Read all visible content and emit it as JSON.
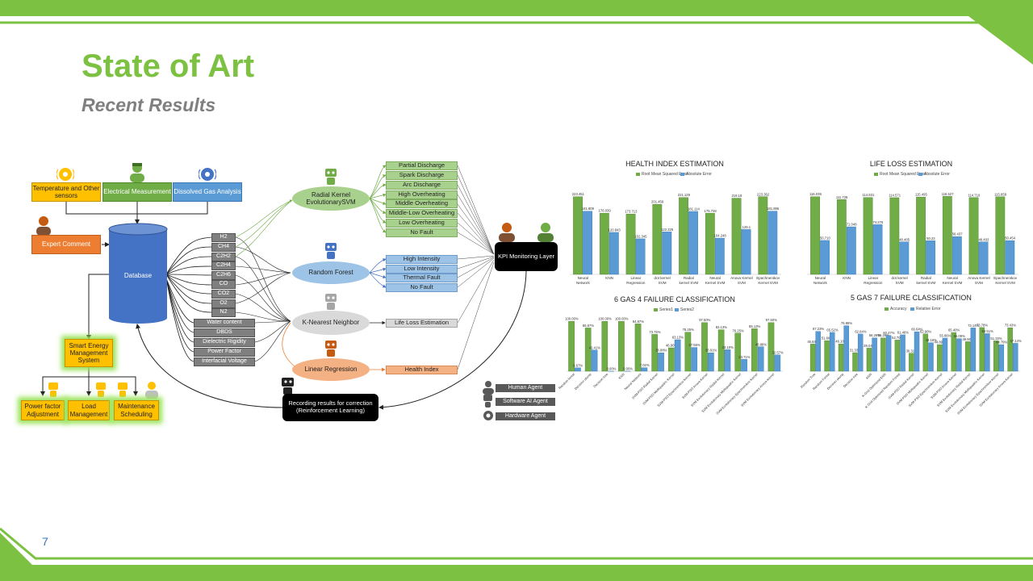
{
  "slide": {
    "title": "State of Art",
    "subtitle": "Recent Results",
    "page_number": "7"
  },
  "colors": {
    "accent_green": "#7dc142",
    "series_green": "#70ad47",
    "series_blue": "#5b9bd5",
    "database_blue": "#4472c4"
  },
  "diagram": {
    "sensors": [
      {
        "label": "Temperature and Other sensors",
        "icon": "thermometer-icon"
      },
      {
        "label": "Electrical Measurement",
        "icon": "person-icon"
      },
      {
        "label": "Dissolved Gas Analysis",
        "icon": "gas-sensor-icon"
      }
    ],
    "expert_comment": "Expert Comment",
    "database": "Database",
    "gases": [
      "H2",
      "CH4",
      "C2H2",
      "C2H4",
      "C2H6",
      "CO",
      "CO2",
      "O2",
      "N2"
    ],
    "oil_params": [
      "Water content",
      "DBDS",
      "Dielectric Rigidity",
      "Power Factor",
      "Interfacial Voltage"
    ],
    "models": [
      {
        "label": "Radial Kernel EvolutionarySVM"
      },
      {
        "label": "Random Forest"
      },
      {
        "label": "K-Nearest Neighbor"
      },
      {
        "label": "Linear Regression"
      }
    ],
    "svm_outputs": [
      "Partial Discharge",
      "Spark Discharge",
      "Arc Discharge",
      "High Overheating",
      "Middle Overheating",
      "Middle-Low Overheating",
      "Low Overheating",
      "No Fault"
    ],
    "rf_outputs": [
      "High Intensity",
      "Low Intensity",
      "Thermal Fault",
      "No Fault"
    ],
    "knn_output": "Life Loss Estimation",
    "lr_output": "Health Index",
    "kpi_layer": "KPI Monitoring Layer",
    "recording": "Recording results for correction (Reinforcement Learning)",
    "smart_system": "Smart Energy Management System",
    "actions": [
      "Power factor Adjustment",
      "Load Management",
      "Maintenance Scheduling"
    ],
    "legend": [
      "Human Agent",
      "Software AI Agent",
      "Hardware Agent"
    ]
  },
  "chart_data": [
    {
      "type": "bar",
      "title": "HEALTH INDEX ESTIMATION",
      "categories": [
        "Neural Network",
        "KNN",
        "Linear Regression",
        "dot kernel SVM",
        "Radial kernel SVM",
        "Neural Kernel SVM",
        "Anova Kernel SVM",
        "Epachnenikov Kernel SVM"
      ],
      "series": [
        {
          "name": "Root Mean Squared Error",
          "values": [
            223.451,
            176.039,
            173.713,
            201.459,
            221.129,
            175.728,
            219.18,
            223.362
          ],
          "labels": [
            "223.451",
            "176.039",
            "173.713",
            "201.459",
            "221.129",
            "175.728",
            "219.18",
            "223.362"
          ]
        },
        {
          "name": "Absolute Error",
          "values": [
            181.809,
            120.843,
            102.345,
            122.225,
            181.114,
            104.248,
            129.1,
            181.896
          ],
          "labels": [
            "181.809",
            "120.843",
            "102.345",
            "122.225",
            "181.114",
            "104.248",
            "129.1",
            "181.896"
          ]
        }
      ],
      "ylim": [
        0,
        260
      ]
    },
    {
      "type": "bar",
      "title": "LIFE LOSS ESTIMATION",
      "categories": [
        "Neural Network",
        "KNN",
        "Linear Regression",
        "dot kernel SVM",
        "Radial kernel SVM",
        "Neural Kernel SVM",
        "Anova Kernel SVM",
        "Epachnenikov Kernel SVM"
      ],
      "series": [
        {
          "name": "Root Mean Squared Error",
          "values": [
            116.039,
            111.728,
            114.831,
            114.571,
            115.495,
            116.527,
            114.719,
            115.858
          ],
          "labels": [
            "116.039",
            "111.728",
            "114.831",
            "114.571",
            "115.495",
            "116.527",
            "114.719",
            "115.858"
          ]
        },
        {
          "name": "Absolute Error",
          "values": [
            50.71,
            71.048,
            74.276,
            48.485,
            50.23,
            56.437,
            48.493,
            50.454
          ],
          "labels": [
            "50.710",
            "71.048",
            "74.276",
            "48.485",
            "50.23",
            "56.437",
            "48.493",
            "50.454"
          ]
        }
      ],
      "ylim": [
        0,
        135
      ]
    },
    {
      "type": "bar",
      "title": "6 GAS 4 FAILURE CLASSIFICATION",
      "categories": [
        "Random forest",
        "Decision stump",
        "Decision tree",
        "KNN",
        "Neural Network",
        "SVM-PSO Radial Kernel",
        "SVM-PSO Multiquadric Kernel",
        "SVM-PSO Epachnenikov Kernel",
        "SVM-PSO Anova Kernel",
        "SVM Evolutionary Radial Kernel",
        "SVM Evolutionary Multiquadric Kernel",
        "SVM Evolutionary Epachnenikov Kernel",
        "SVM Evolutionary Anova Kernel"
      ],
      "series": [
        {
          "name": "Series1",
          "values": [
            100,
            86.67,
            100,
            100,
            94.87,
            73.75,
            46.9,
            78.25,
            97.5,
            83.13,
            76.25,
            85.13,
            97.5
          ],
          "labels": [
            "100.00%",
            "86.67%",
            "100.00%",
            "100.00%",
            "94.87%",
            "73.75%",
            "46.90%",
            "78.25%",
            "97.50%",
            "83.13%",
            "76.25%",
            "85.13%",
            "97.50%"
          ]
        },
        {
          "name": "Series2",
          "values": [
            6.67,
            42.41,
            0,
            0,
            7.02,
            36.88,
            63.13,
            47.56,
            36.91,
            43.1,
            23.71,
            48.88,
            32.57
          ],
          "labels": [
            "6.67%",
            "42.41%",
            "0.00%",
            "0.00%",
            "7.02%",
            "36.88%",
            "63.13%",
            "47.56%",
            "36.91%",
            "43.10%",
            "23.71%",
            "48.88%",
            "32.57%"
          ]
        }
      ],
      "ylim": [
        0,
        110
      ]
    },
    {
      "type": "bar",
      "title": "5 GAS  7 FAILURE CLASSIFICATION",
      "categories": [
        "Random Tree",
        "Random Forest",
        "Decision stump",
        "Decision tree",
        "KNN",
        "K-Grid Optimized KNN",
        "K-Grid Optimized Random Forest",
        "SVM-PSO Radial Kernel",
        "SVM-PSO Multiquadric Kernel",
        "SVM-PSO Epachnenikov Kernel",
        "SVM-PSO Anova Kernel",
        "SVM Evolutionary Radial Kernel",
        "SVM Evolutionary Multiquadric Kernel",
        "SVM Evolutionary Epachnenikov Kernel",
        "SVM Evolutionary Anova Kernel"
      ],
      "series": [
        {
          "name": "Accuracy",
          "values": [
            45.84,
            51.66,
            46.1,
            31.33,
            39.04,
            56.29,
            52.7,
            30.31,
            62.9,
            44.89,
            65.4,
            49.9,
            73.78,
            51.33,
            73.43
          ],
          "labels": [
            "45.84%",
            "51.66%",
            "46.10%",
            "31.33%",
            "39.04%",
            "56.29%",
            "52.70%",
            "30.31%",
            "62.90%",
            "44.89%",
            "65.40%",
            "49.90%",
            "73.78%",
            "51.33%",
            "73.43%"
          ]
        },
        {
          "name": "Relative Error",
          "values": [
            67.23,
            65.52,
            76.88,
            62.84,
            56.28,
            60.47,
            61.46,
            66.64,
            48.16,
            55.86,
            55.09,
            73.14,
            63.51,
            44.79,
            47.14
          ],
          "labels": [
            "67.23%",
            "65.52%",
            "76.88%",
            "62.84%",
            "56.28%",
            "60.47%",
            "61.46%",
            "66.64%",
            "48.16%",
            "55.86%",
            "55.09%",
            "73.14%",
            "63.51%",
            "44.79%",
            "47.14%"
          ]
        }
      ],
      "ylim": [
        0,
        90
      ]
    }
  ]
}
